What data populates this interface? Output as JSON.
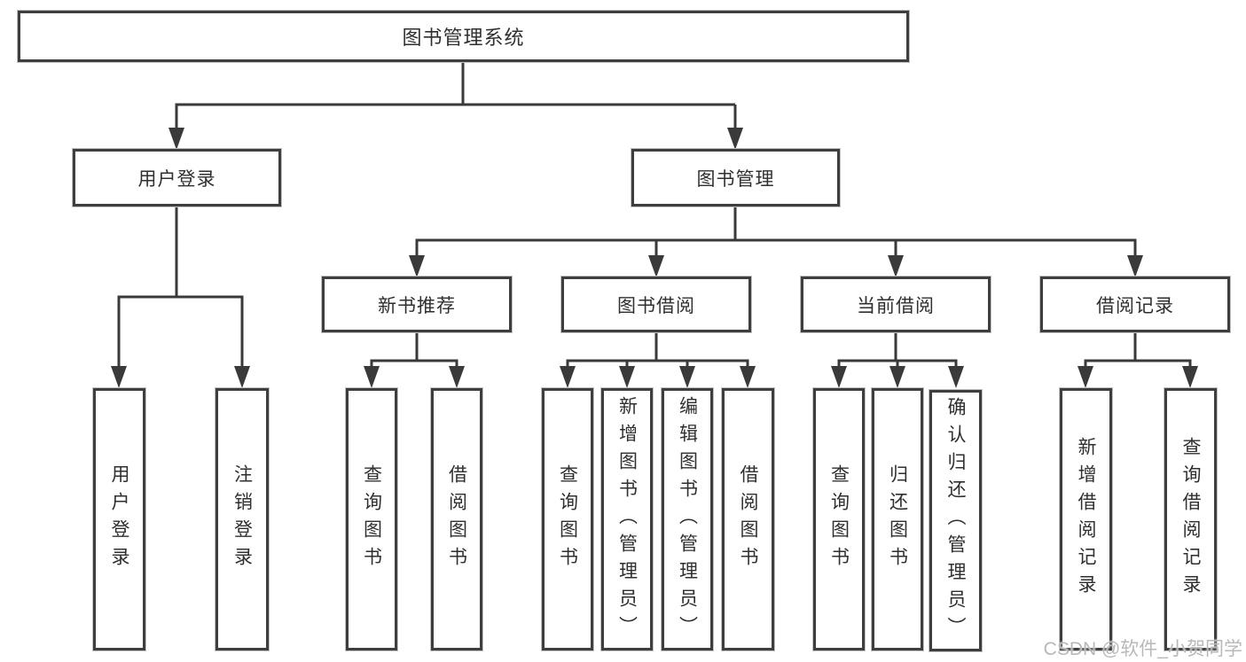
{
  "diagram_type": "hierarchy-tree",
  "colors": {
    "line": "#3a3a3a",
    "box_border": "#3e3e3e",
    "text": "#2f2f2f",
    "watermark": "#b8b8b8",
    "background": "#ffffff"
  },
  "watermark": {
    "text": "CSDN @软件_小贺同学"
  },
  "tree": {
    "label": "图书管理系统",
    "children": [
      {
        "label": "用户登录",
        "children": [
          {
            "label": "用户登录"
          },
          {
            "label": "注销登录"
          }
        ]
      },
      {
        "label": "图书管理",
        "children": [
          {
            "label": "新书推荐",
            "children": [
              {
                "label": "查询图书"
              },
              {
                "label": "借阅图书"
              }
            ]
          },
          {
            "label": "图书借阅",
            "children": [
              {
                "label": "查询图书"
              },
              {
                "label": "新增图书（管理员）"
              },
              {
                "label": "编辑图书（管理员）"
              },
              {
                "label": "借阅图书"
              }
            ]
          },
          {
            "label": "当前借阅",
            "children": [
              {
                "label": "查询图书"
              },
              {
                "label": "归还图书"
              },
              {
                "label": "确认归还（管理员）"
              }
            ]
          },
          {
            "label": "借阅记录",
            "children": [
              {
                "label": "新增借阅记录"
              },
              {
                "label": "查询借阅记录"
              }
            ]
          }
        ]
      }
    ]
  }
}
